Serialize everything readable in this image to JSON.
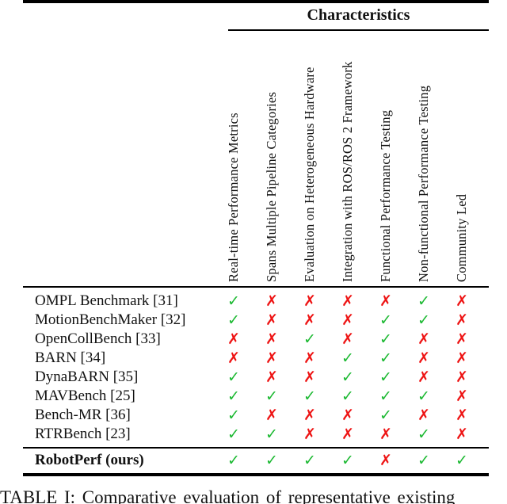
{
  "table": {
    "group_header": "Characteristics",
    "columns": [
      "Real-time Performance Metrics",
      "Spans Multiple Pipeline Categories",
      "Evaluation on Heterogeneous Hardware",
      "Integration with ROS/ROS 2 Framework",
      "Functional Performance Testing",
      "Non-functional Performance Testing",
      "Community Led"
    ],
    "rows": [
      {
        "label": "OMPL Benchmark [31]",
        "marks": [
          "check",
          "cross",
          "cross",
          "cross",
          "cross",
          "check",
          "cross"
        ]
      },
      {
        "label": "MotionBenchMaker [32]",
        "marks": [
          "check",
          "cross",
          "cross",
          "cross",
          "check",
          "check",
          "cross"
        ]
      },
      {
        "label": "OpenCollBench [33]",
        "marks": [
          "cross",
          "cross",
          "check",
          "cross",
          "check",
          "cross",
          "cross"
        ]
      },
      {
        "label": "BARN [34]",
        "marks": [
          "cross",
          "cross",
          "cross",
          "check",
          "check",
          "cross",
          "cross"
        ]
      },
      {
        "label": "DynaBARN [35]",
        "marks": [
          "check",
          "cross",
          "cross",
          "check",
          "check",
          "cross",
          "cross"
        ]
      },
      {
        "label": "MAVBench [25]",
        "marks": [
          "check",
          "check",
          "check",
          "check",
          "check",
          "check",
          "cross"
        ]
      },
      {
        "label": "Bench-MR [36]",
        "marks": [
          "check",
          "cross",
          "cross",
          "cross",
          "check",
          "cross",
          "cross"
        ]
      },
      {
        "label": "RTRBench [23]",
        "marks": [
          "check",
          "check",
          "cross",
          "cross",
          "cross",
          "check",
          "cross"
        ]
      }
    ],
    "summary_row": {
      "label": "RobotPerf (ours)",
      "marks": [
        "check",
        "check",
        "check",
        "check",
        "cross",
        "check",
        "check"
      ]
    }
  },
  "symbols": {
    "check": "✓",
    "cross": "✗"
  },
  "colors": {
    "check": "#1cb932",
    "cross": "#ee1414"
  },
  "caption": {
    "text": "TABLE I: Comparative evaluation of representative existing"
  }
}
